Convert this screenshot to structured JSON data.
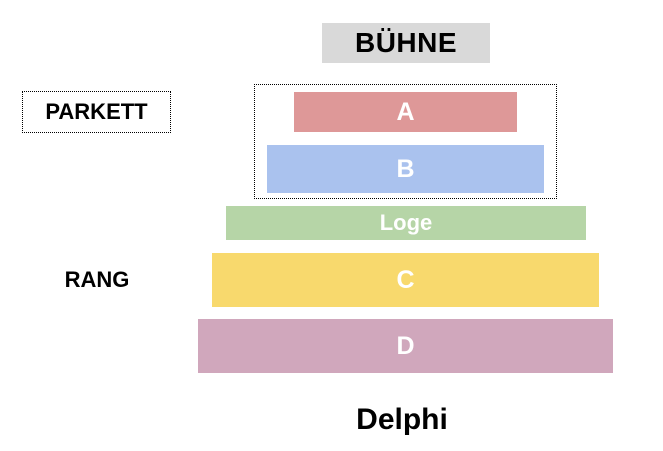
{
  "stage": {
    "label": "BÜHNE",
    "bg_color": "#d9d9d9",
    "text_color": "#000000"
  },
  "area_labels": {
    "parkett": "PARKETT",
    "rang": "RANG"
  },
  "sections": [
    {
      "label": "A",
      "color": "#de9898",
      "group": "PARKETT"
    },
    {
      "label": "B",
      "color": "#aac2ee",
      "group": "PARKETT"
    },
    {
      "label": "Loge",
      "color": "#b6d5a7",
      "group": ""
    },
    {
      "label": "C",
      "color": "#f8d96d",
      "group": "RANG"
    },
    {
      "label": "D",
      "color": "#d0a7bc",
      "group": "RANG"
    }
  ],
  "section_text_color": "#ffffff",
  "venue": {
    "name": "Delphi"
  }
}
